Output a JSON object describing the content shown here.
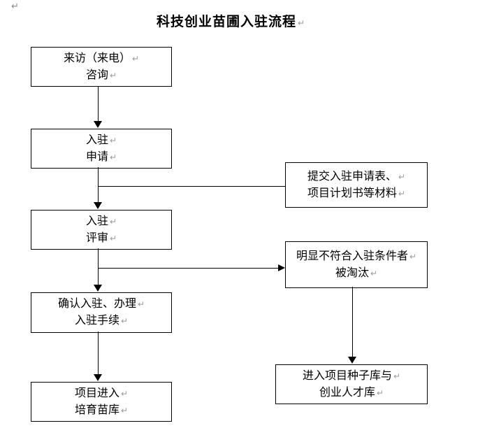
{
  "page": {
    "title": "科技创业苗圃入驻流程",
    "background_color": "#ffffff",
    "line_color": "#000000",
    "pilcrow_color": "#9a9a9a"
  },
  "marks": {
    "pilcrow": "↵"
  },
  "flowchart": {
    "left_column": [
      {
        "id": "consult",
        "lines": [
          "来访（来电）",
          "咨询"
        ]
      },
      {
        "id": "apply",
        "lines": [
          "入驻",
          "申请"
        ]
      },
      {
        "id": "review",
        "lines": [
          "入驻",
          "评审"
        ]
      },
      {
        "id": "confirm",
        "lines": [
          "确认入驻、办理",
          "入驻手续"
        ]
      },
      {
        "id": "nursery",
        "lines": [
          "项目进入",
          "培育苗库"
        ]
      }
    ],
    "right_column": [
      {
        "id": "submit-materials",
        "lines": [
          "提交入驻申请表、",
          "项目计划书等材料"
        ]
      },
      {
        "id": "eliminated",
        "lines": [
          "明显不符合入驻条件者",
          "被淘汰"
        ]
      },
      {
        "id": "seed-bank",
        "lines": [
          "进入项目种子库与",
          "创业人才库"
        ]
      }
    ],
    "connections": [
      "consult -> apply",
      "apply -> review",
      "apply - submit-materials",
      "review -> confirm",
      "review -> eliminated",
      "confirm -> nursery",
      "eliminated -> seed-bank"
    ]
  }
}
